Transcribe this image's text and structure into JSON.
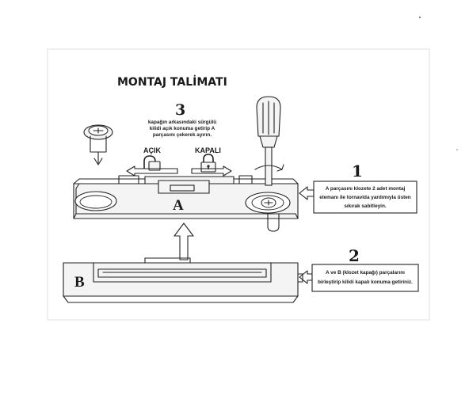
{
  "title": "MONTAJ TALİMATI",
  "step3": {
    "number": "3",
    "lines": [
      "kapağın arkasındaki sürgülü",
      "kilidi açık konuma getirip A",
      "parçasını çekerek ayırın."
    ]
  },
  "lock_open_label": "AÇIK",
  "lock_closed_label": "KAPALI",
  "part_a_label": "A",
  "part_b_label": "B",
  "step1": {
    "number": "1",
    "lines": [
      "A parçasını klozete 2 adet montaj",
      "elemanı ile tornavida yardımıyla üsten",
      "sıkırak sabitleyin."
    ]
  },
  "step2": {
    "number": "2",
    "lines": [
      "A ve B (klozet kapağı) parçalarını",
      "birleştirip kilidi kapalı konuma getiriniz."
    ]
  },
  "icons": {
    "open": "open-padlock-icon",
    "closed": "closed-padlock-icon",
    "screwdriver": "screwdriver-icon",
    "screw": "screw-icon"
  }
}
